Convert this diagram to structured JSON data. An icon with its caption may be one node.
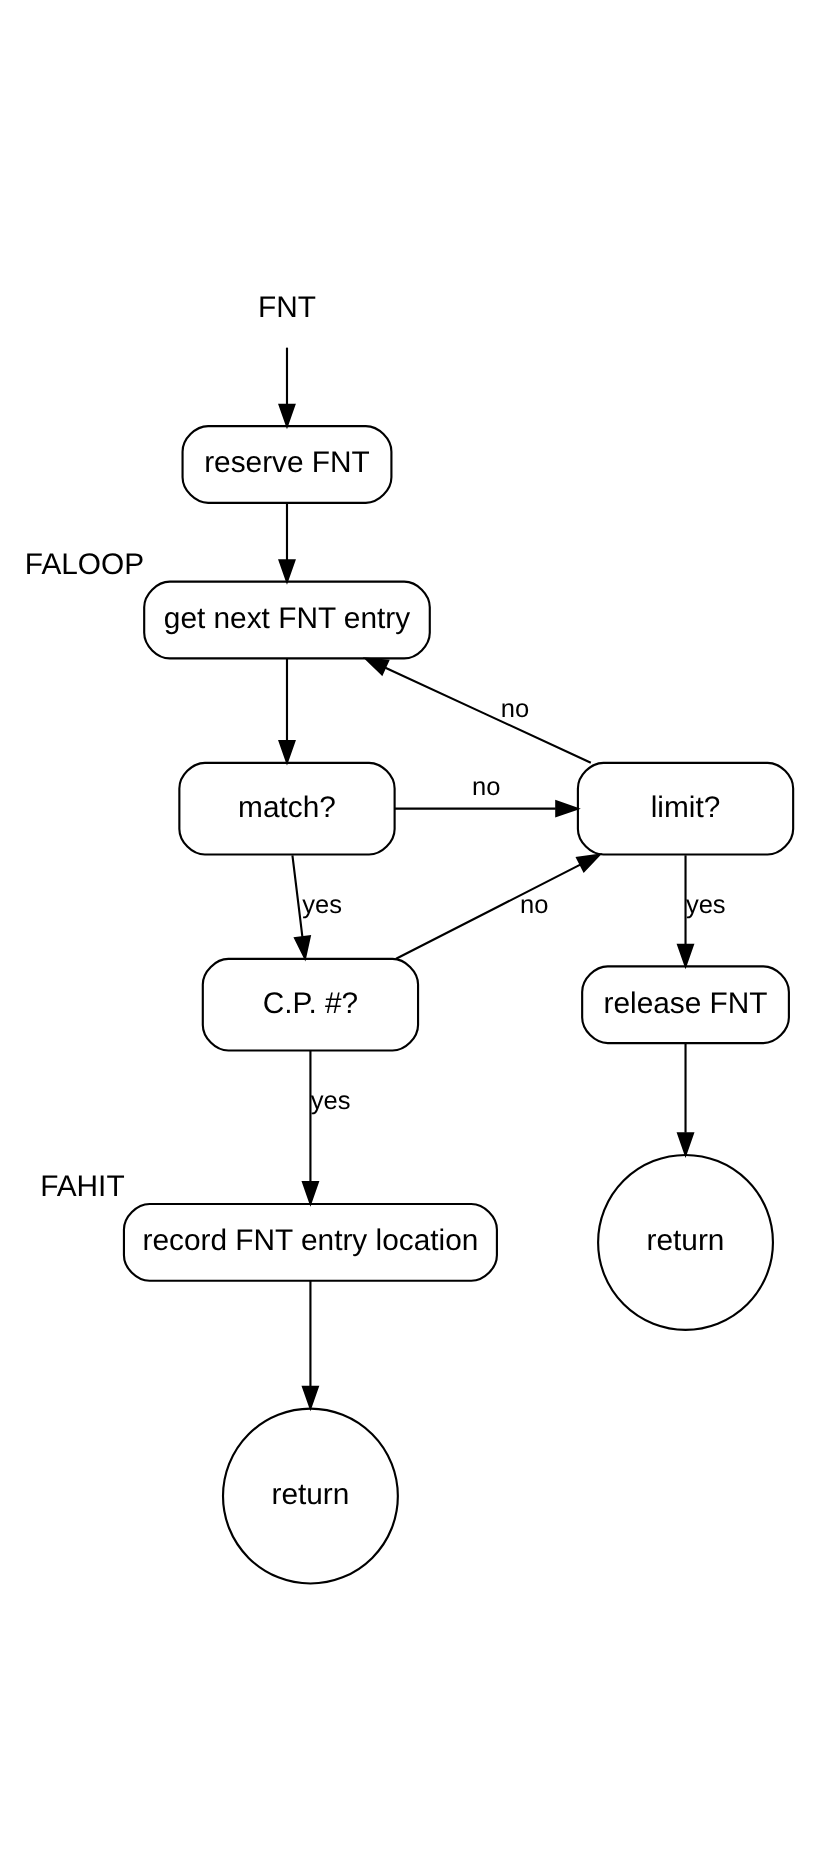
{
  "diagram": {
    "nodes": [
      {
        "text": [
          "FNT"
        ]
      },
      {
        "text": [
          "reserve FNT"
        ]
      },
      {
        "text": [
          "get next FNT entry"
        ],
        "beside": [
          "FALOOP"
        ]
      },
      {
        "text": [
          "limit?"
        ]
      },
      {
        "text": [
          "match?"
        ]
      },
      {
        "text": [
          "C.P. #?"
        ]
      },
      {
        "text": [
          "release FNT"
        ]
      },
      {
        "text": [
          "return"
        ]
      },
      {
        "text": [
          "record FNT entry location"
        ],
        "beside": [
          "FAHIT"
        ]
      },
      {
        "text": [
          "return"
        ]
      }
    ],
    "edges": [
      {
        "from": 0,
        "to": 1,
        "arrow": "to"
      },
      {
        "from": 1,
        "to": 2,
        "arrow": "to"
      },
      {
        "from": 2,
        "to": 4,
        "arrow": "to"
      },
      {
        "from": 4,
        "to": 3,
        "arrow": "to",
        "label": "no"
      },
      {
        "from": 4,
        "to": 5,
        "arrow": "to",
        "label": "yes"
      },
      {
        "from": 5,
        "to": 3,
        "arrow": "to",
        "label": "no"
      },
      {
        "from": 3,
        "to": 2,
        "arrow": "to",
        "label": "no"
      },
      {
        "from": 3,
        "to": 6,
        "arrow": "to",
        "label": "yes"
      },
      {
        "from": 6,
        "to": 7,
        "arrow": "to"
      },
      {
        "from": 5,
        "to": 8,
        "arrow": "to",
        "label": "yes"
      },
      {
        "from": 8,
        "to": 9,
        "arrow": "to"
      }
    ]
  }
}
